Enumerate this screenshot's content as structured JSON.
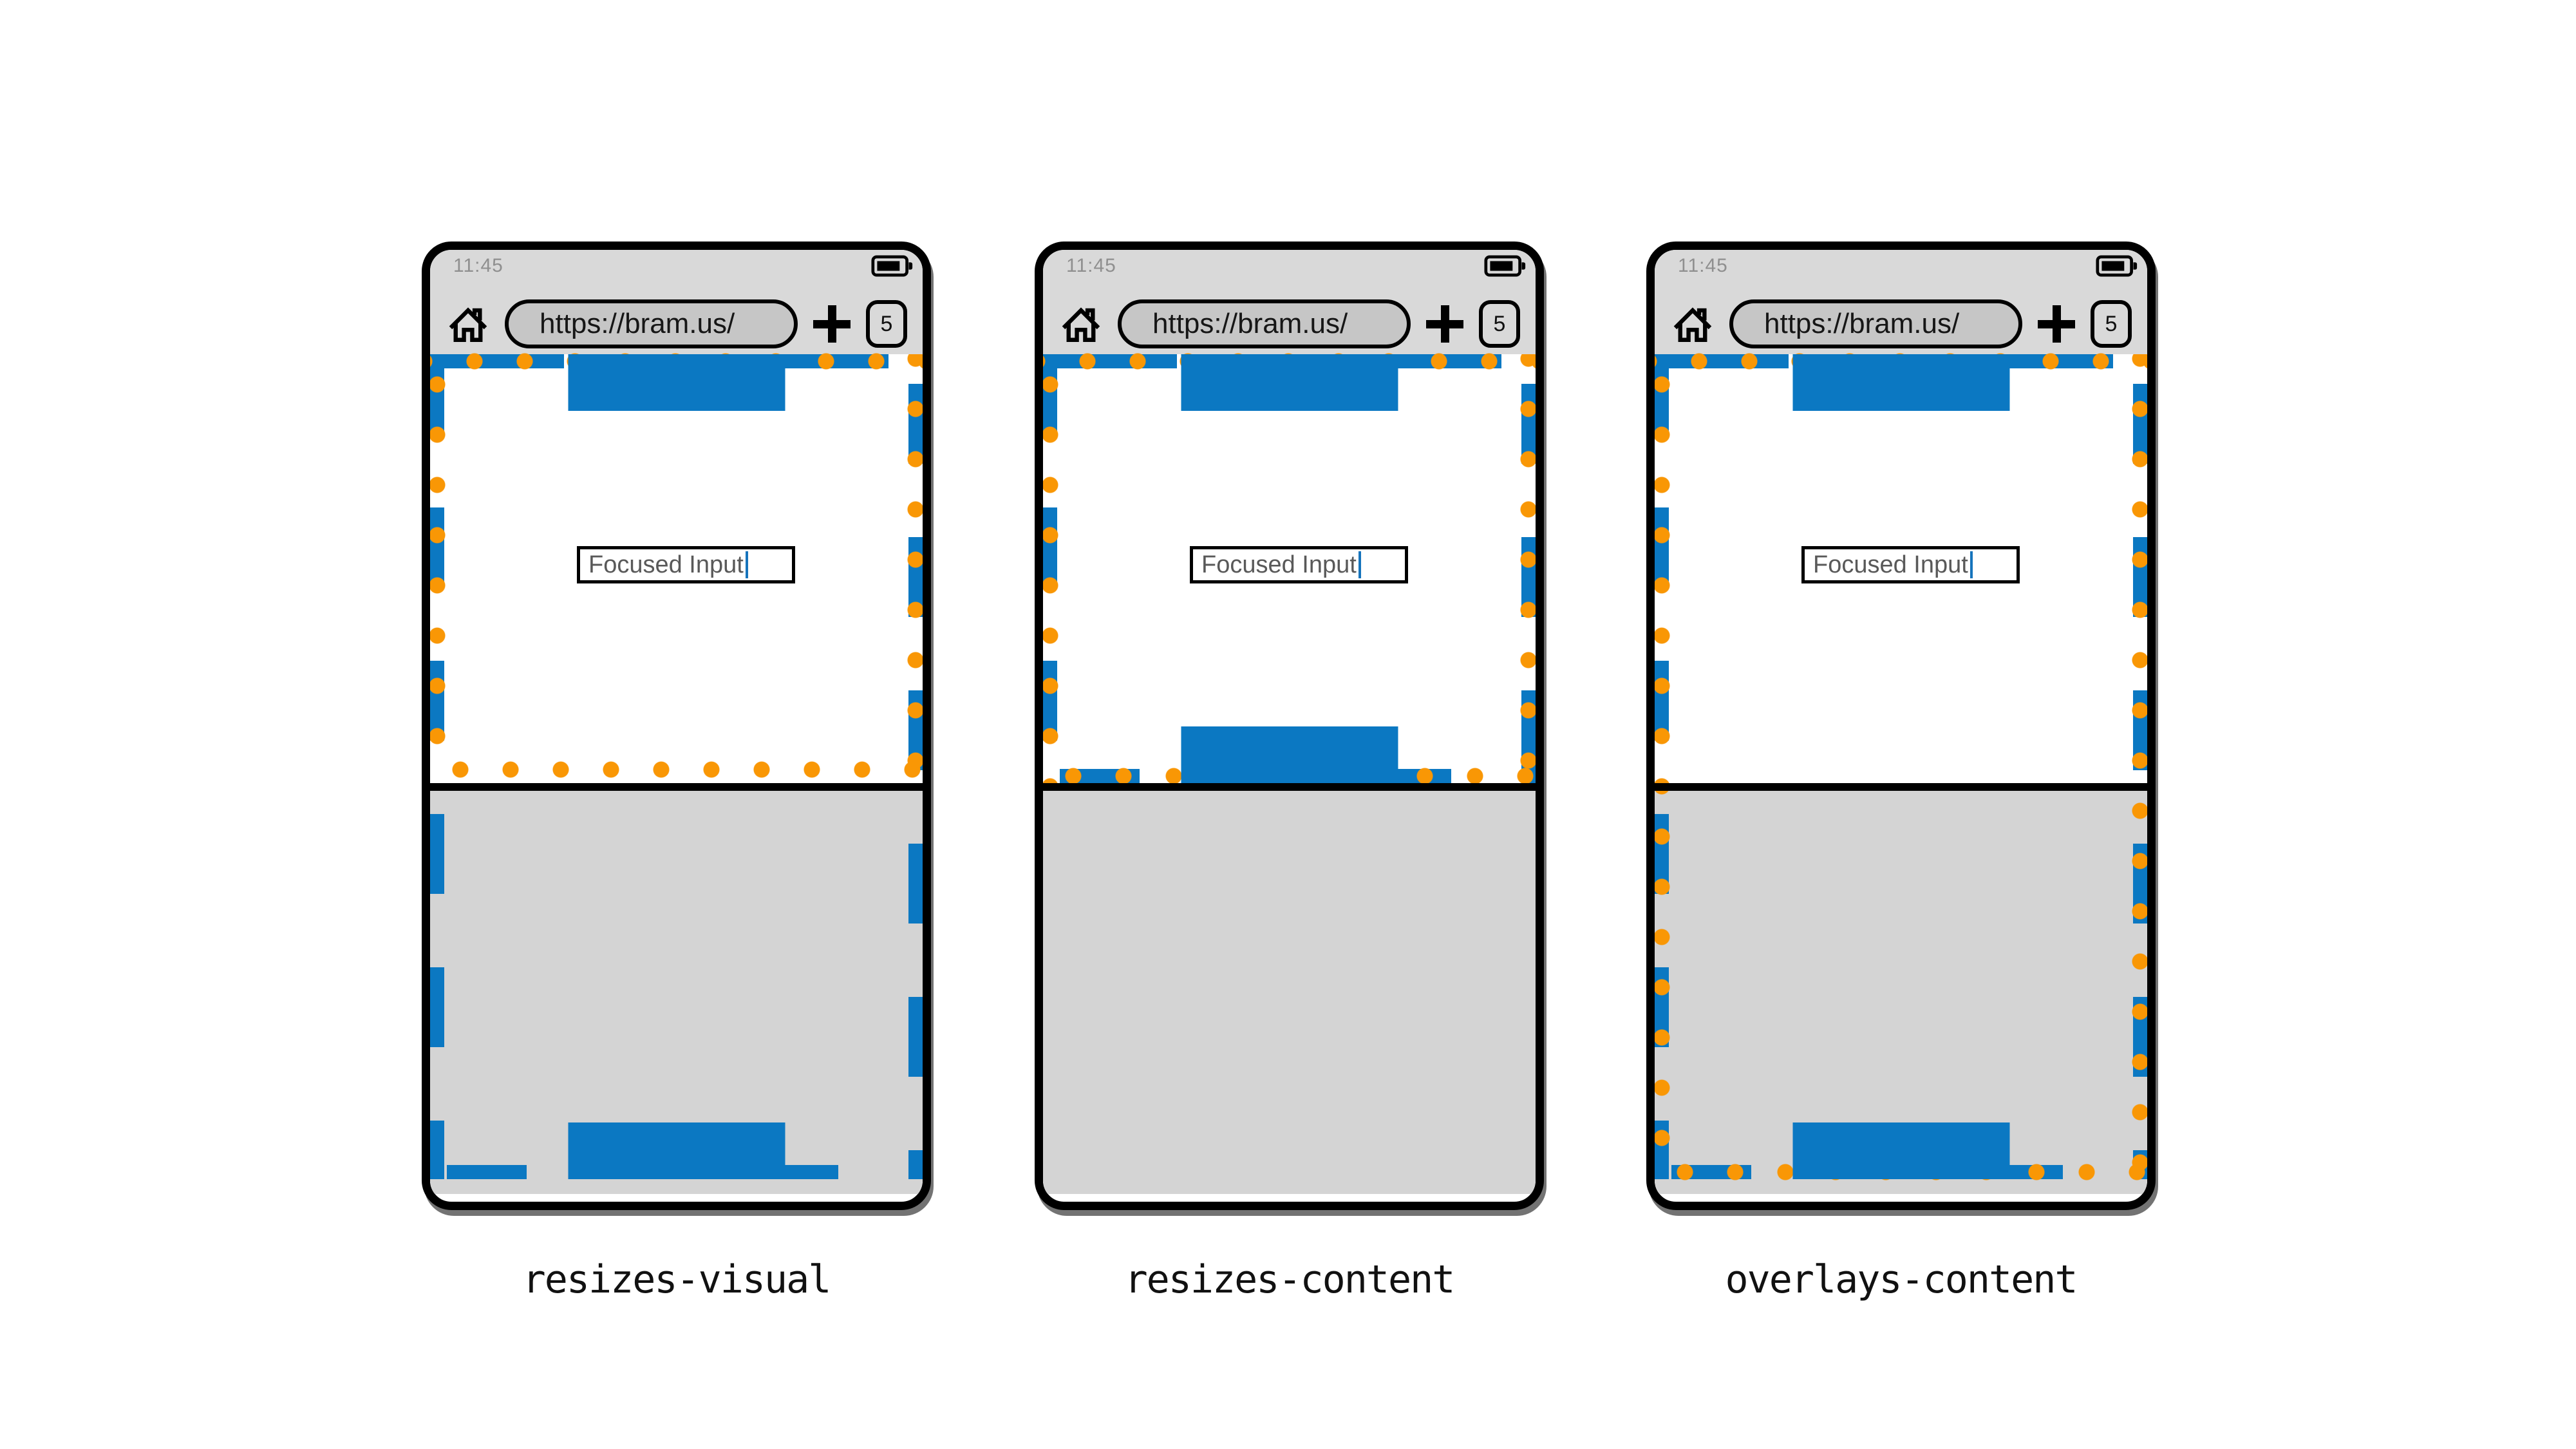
{
  "colors": {
    "blue": "#0b78c2",
    "orange": "#f99705",
    "chrome": "#d9d9d9",
    "pill": "#c6c6c6",
    "kbd": "#d4d4d4",
    "caret": "#1674bc"
  },
  "phones": [
    {
      "label": "resizes-visual",
      "status": {
        "time": "11:45",
        "battery_icon": "battery-full"
      },
      "toolbar": {
        "home_icon": "home",
        "url": "https://bram.us/",
        "new_tab_icon": "plus",
        "tab_count": "5"
      },
      "page": {
        "input_value": "Focused Input"
      },
      "viewports": {
        "layout_viewport": "extends-behind-keyboard",
        "visual_viewport": "resized-above-keyboard"
      }
    },
    {
      "label": "resizes-content",
      "status": {
        "time": "11:45",
        "battery_icon": "battery-full"
      },
      "toolbar": {
        "home_icon": "home",
        "url": "https://bram.us/",
        "new_tab_icon": "plus",
        "tab_count": "5"
      },
      "page": {
        "input_value": "Focused Input"
      },
      "viewports": {
        "layout_viewport": "resized-above-keyboard",
        "visual_viewport": "resized-above-keyboard"
      }
    },
    {
      "label": "overlays-content",
      "status": {
        "time": "11:45",
        "battery_icon": "battery-full"
      },
      "toolbar": {
        "home_icon": "home",
        "url": "https://bram.us/",
        "new_tab_icon": "plus",
        "tab_count": "5"
      },
      "page": {
        "input_value": "Focused Input"
      },
      "viewports": {
        "layout_viewport": "full-height-behind-keyboard",
        "visual_viewport": "full-height-behind-keyboard"
      }
    }
  ]
}
